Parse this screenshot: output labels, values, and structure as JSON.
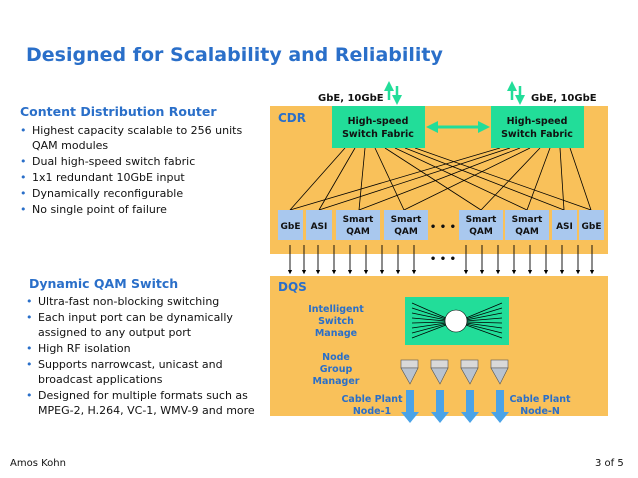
{
  "title": "Designed for Scalability and Reliability",
  "cdr_section": {
    "heading": "Content Distribution Router",
    "bullets": [
      "Highest capacity scalable to 256 units QAM modules",
      "Dual high-speed switch fabric",
      "1x1 redundant 10GbE input",
      "Dynamically reconfigurable",
      "No single point of failure"
    ]
  },
  "dqs_section": {
    "heading": "Dynamic QAM Switch",
    "bullets": [
      "Ultra-fast non-blocking switching",
      "Each input port can be dynamically assigned to any output port",
      "High RF isolation",
      "Supports narrowcast, unicast and broadcast applications",
      "Designed for multiple formats such as MPEG-2, H.264, VC-1, WMV-9 and more"
    ]
  },
  "diagram": {
    "input_left": "GbE, 10GbE",
    "input_right": "GbE, 10GbE",
    "cdr_label": "CDR",
    "fabric_left": [
      "High-speed",
      "Switch Fabric"
    ],
    "fabric_right": [
      "High-speed",
      "Switch Fabric"
    ],
    "ports": {
      "gbe_left": "GbE",
      "asi_left": "ASI",
      "qam1": [
        "Smart",
        "QAM"
      ],
      "qam2": [
        "Smart",
        "QAM"
      ],
      "ellipsis": "• • •",
      "qam3": [
        "Smart",
        "QAM"
      ],
      "qam4": [
        "Smart",
        "QAM"
      ],
      "asi_right": "ASI",
      "gbe_right": "GbE"
    },
    "mid_ellipsis": "• • •",
    "dqs_label": "DQS",
    "intelligent_switch": [
      "Intelligent",
      "Switch",
      "Manage"
    ],
    "node_group": [
      "Node",
      "Group",
      "Manager"
    ],
    "cable_left": [
      "Cable Plant",
      "Node-1"
    ],
    "cable_right": [
      "Cable Plant",
      "Node-N"
    ]
  },
  "colors": {
    "title_blue": "#2a6fc9",
    "panel_orange": "#f9c15a",
    "fabric_green": "#22dd99",
    "port_blue": "#a9c8ee",
    "arrow_blue": "#4aa3e8"
  },
  "footer": {
    "author": "Amos Kohn",
    "page": "3 of 5"
  }
}
